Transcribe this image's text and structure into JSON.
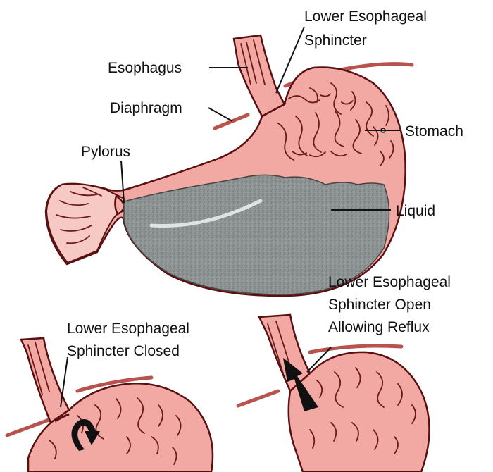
{
  "labels": {
    "les_top_line1": "Lower Esophageal",
    "les_top_line2": "Sphincter",
    "esophagus": "Esophagus",
    "diaphragm": "Diaphragm",
    "stomach": "Stomach",
    "pylorus": "Pylorus",
    "liquid": "Liquid",
    "closed_line1": "Lower Esophageal",
    "closed_line2": "Sphincter Closed",
    "open_line1": "Lower Esophageal",
    "open_line2": "Sphincter Open",
    "open_line3": "Allowing Reflux"
  },
  "colors": {
    "tissue": "#f2a9a4",
    "tissue_inner": "#f7c9c4",
    "outline": "#5a1010",
    "diaphragm": "#b8524d",
    "liquid": "#8a8f8f",
    "arrow": "#111111"
  }
}
